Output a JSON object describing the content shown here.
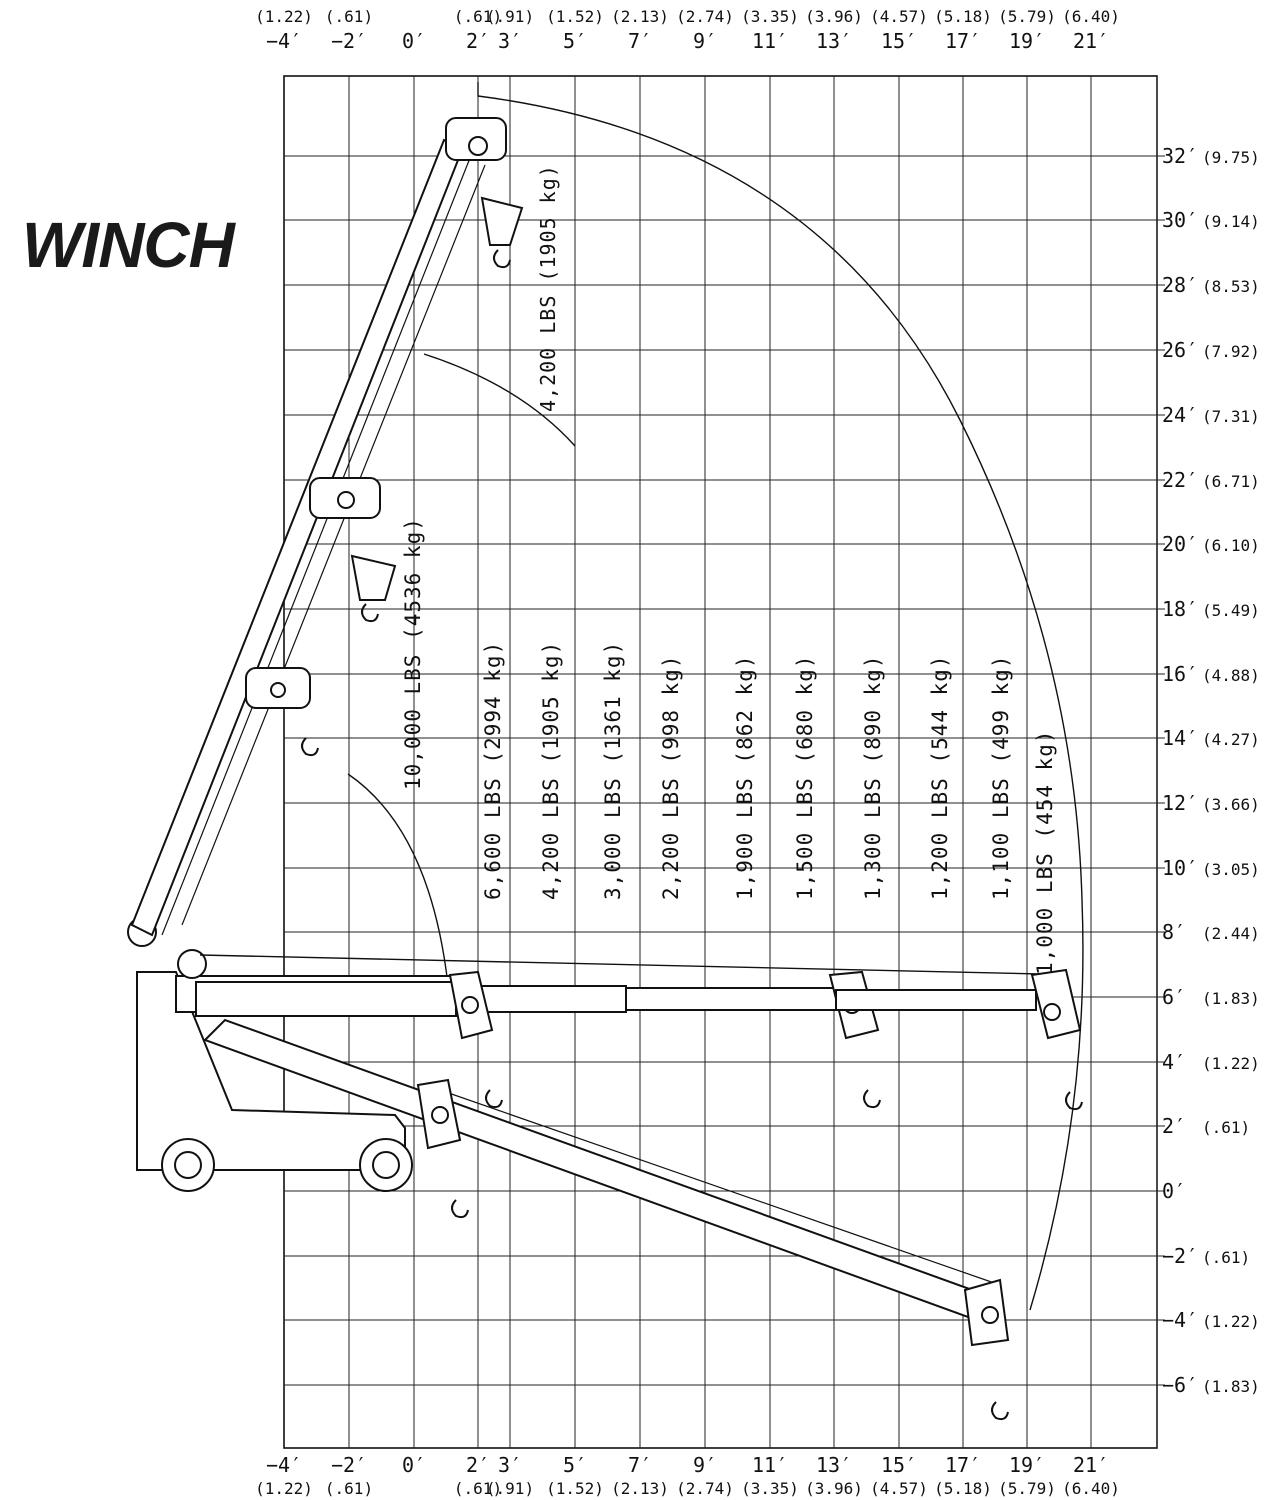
{
  "title": "WINCH",
  "colors": {
    "ink": "#111111",
    "paper": "#ffffff"
  },
  "x_ticks": [
    {
      "ft": "−4′",
      "m": "(1.22)"
    },
    {
      "ft": "−2′",
      "m": "(.61)"
    },
    {
      "ft": "0′",
      "m": ""
    },
    {
      "ft": "2′",
      "m": "(.61)"
    },
    {
      "ft": "3′",
      "m": "(.91)"
    },
    {
      "ft": "5′",
      "m": "(1.52)"
    },
    {
      "ft": "7′",
      "m": "(2.13)"
    },
    {
      "ft": "9′",
      "m": "(2.74)"
    },
    {
      "ft": "11′",
      "m": "(3.35)"
    },
    {
      "ft": "13′",
      "m": "(3.96)"
    },
    {
      "ft": "15′",
      "m": "(4.57)"
    },
    {
      "ft": "17′",
      "m": "(5.18)"
    },
    {
      "ft": "19′",
      "m": "(5.79)"
    },
    {
      "ft": "21′",
      "m": "(6.40)"
    }
  ],
  "y_ticks": [
    {
      "ft": "32′",
      "m": "(9.75)"
    },
    {
      "ft": "30′",
      "m": "(9.14)"
    },
    {
      "ft": "28′",
      "m": "(8.53)"
    },
    {
      "ft": "26′",
      "m": "(7.92)"
    },
    {
      "ft": "24′",
      "m": "(7.31)"
    },
    {
      "ft": "22′",
      "m": "(6.71)"
    },
    {
      "ft": "20′",
      "m": "(6.10)"
    },
    {
      "ft": "18′",
      "m": "(5.49)"
    },
    {
      "ft": "16′",
      "m": "(4.88)"
    },
    {
      "ft": "14′",
      "m": "(4.27)"
    },
    {
      "ft": "12′",
      "m": "(3.66)"
    },
    {
      "ft": "10′",
      "m": "(3.05)"
    },
    {
      "ft": "8′",
      "m": "(2.44)"
    },
    {
      "ft": "6′",
      "m": "(1.83)"
    },
    {
      "ft": "4′",
      "m": "(1.22)"
    },
    {
      "ft": "2′",
      "m": "(.61)"
    },
    {
      "ft": "0′",
      "m": ""
    },
    {
      "ft": "−2′",
      "m": "(.61)"
    },
    {
      "ft": "−4′",
      "m": "(1.22)"
    },
    {
      "ft": "−6′",
      "m": "(1.83)"
    }
  ],
  "load_zones": [
    {
      "label": "4,200 LBS (1905 kg)"
    },
    {
      "label": "10,000 LBS (4536 kg)"
    },
    {
      "label": "6,600 LBS (2994 kg)"
    },
    {
      "label": "4,200 LBS (1905 kg)"
    },
    {
      "label": "3,000 LBS (1361 kg)"
    },
    {
      "label": "2,200 LBS (998 kg)"
    },
    {
      "label": "1,900 LBS (862 kg)"
    },
    {
      "label": "1,500 LBS (680 kg)"
    },
    {
      "label": "1,300 LBS (890 kg)"
    },
    {
      "label": "1,200 LBS (544 kg)"
    },
    {
      "label": "1,100 LBS (499 kg)"
    },
    {
      "label": "1,000 LBS (454 kg)"
    }
  ]
}
